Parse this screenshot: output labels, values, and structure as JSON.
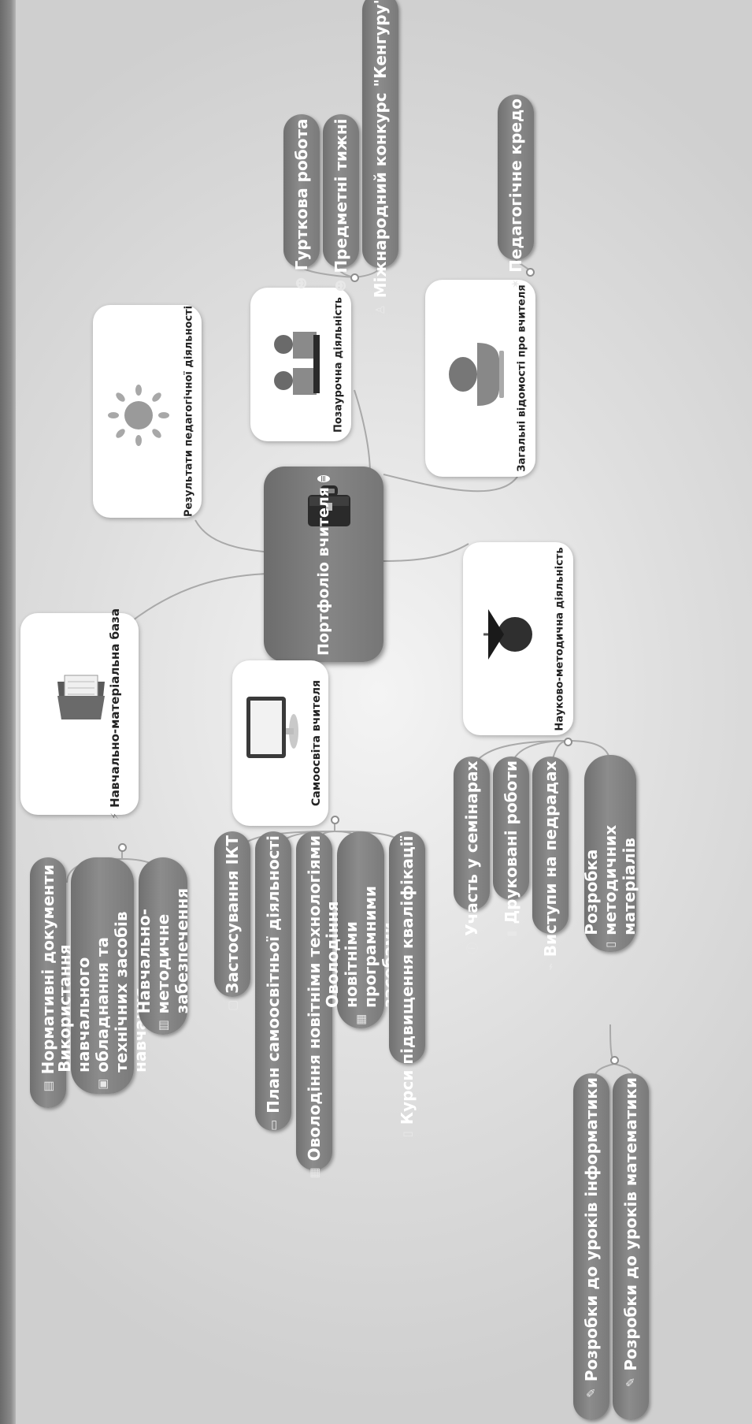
{
  "central": {
    "title": "Портфоліо вчителя",
    "icon": "briefcase-icon",
    "note_icon": "note-icon"
  },
  "branches": {
    "material_base": {
      "title": "Навчально-матеріальна  база",
      "icon": "archive-box-icon",
      "items": [
        {
          "label": "Нормативні документи",
          "icon": "document-icon"
        },
        {
          "label": "Використання навчального обладнання та технічних засобів навчання",
          "icon": "equipment-icon"
        },
        {
          "label": "Навчально-методичне забезпечення",
          "icon": "book-icon"
        }
      ]
    },
    "self_education": {
      "title": "Самоосвіта вчителя",
      "icon": "monitor-icon",
      "items": [
        {
          "label": "Застосування  ІКТ",
          "icon": "computer-icon"
        },
        {
          "label": "План самоосвітньої діяльності",
          "icon": "plan-icon"
        },
        {
          "label": "Оволодіння новітніми технологіями",
          "icon": "tech-icon"
        },
        {
          "label": "Оволодіння новітніми програмними засобами",
          "icon": "grid-icon"
        },
        {
          "label": "Курси підвищення кваліфікації",
          "icon": "certificate-icon"
        }
      ]
    },
    "results": {
      "title": "Результати педагогічної діяльності",
      "icon": "sun-icon"
    },
    "extracurricular": {
      "title": "Позаурочна діяльність",
      "icon": "people-icon",
      "items": [
        {
          "label": "Гурткова робота",
          "icon": "smile-icon"
        },
        {
          "label": "Предметні тижні",
          "icon": "smile-icon"
        },
        {
          "label": "Міжнародний конкурс \"Кенгуру\"",
          "icon": "trophy-icon"
        }
      ]
    },
    "general_info": {
      "title": "Загальні відомості про вчителя",
      "icon": "person-silhouette-icon",
      "items": [
        {
          "label": "Педагогічне кредо",
          "icon": "star-icon"
        }
      ]
    },
    "methodical": {
      "title": "Науково-методична діяльність",
      "icon": "graduation-cap-icon",
      "items": [
        {
          "label": "Участь у семінарах",
          "icon": "info-icon"
        },
        {
          "label": "Друковані роботи",
          "icon": "print-icon"
        },
        {
          "label": "Виступи на педрадах",
          "icon": "paperclip-icon"
        },
        {
          "label": "Розробка методичних матеріалів",
          "icon": "memo-icon"
        }
      ],
      "sub_items": [
        {
          "label": "Розробки до уроків інформатики",
          "icon": "pencil-icon"
        },
        {
          "label": "Розробки  до уроків математики",
          "icon": "pencil-icon"
        }
      ]
    }
  }
}
